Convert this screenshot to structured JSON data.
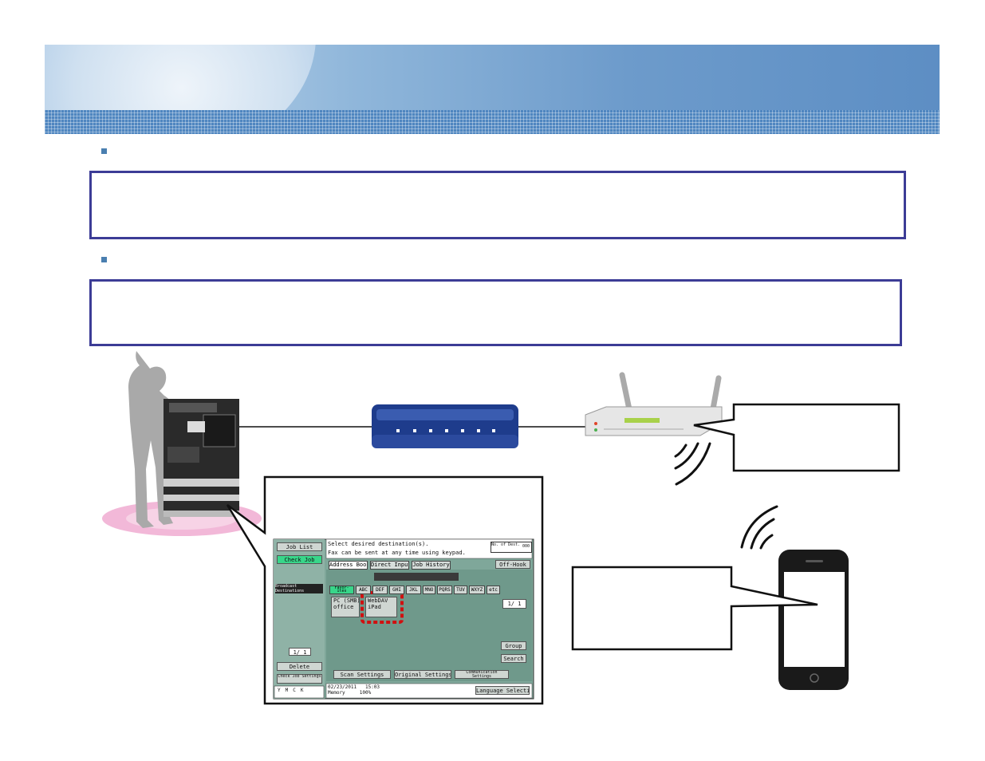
{
  "panel": {
    "job_list": "Job List",
    "check_job": "Check Job",
    "message": "Select desired destination(s).",
    "fax_hint": "Fax can be sent at any time using keypad.",
    "no_of_dest_label": "No. of Dest.",
    "no_of_dest_value": "000",
    "tabs": [
      "Address Book",
      "Direct Input",
      "Job History"
    ],
    "off_hook": "Off-Hook",
    "left_header": "Broadcast Destinations",
    "index_favorite": "Favor- ites",
    "index_letters": [
      "ABC",
      "DEF",
      "GHI",
      "JKL",
      "MNO",
      "PQRS",
      "TUV",
      "WXYZ",
      "etc"
    ],
    "destinations": [
      {
        "line1": "PC (SMB)",
        "line2": "office"
      },
      {
        "line1": "WebDAV",
        "line2": "iPad"
      }
    ],
    "page_left": "1/  1",
    "page_right": "1/  1",
    "group": "Group",
    "search": "Search",
    "delete": "Delete",
    "check_job_settings": "Check Job Settings",
    "scan_settings": "Scan Settings",
    "original_settings": "Original Settings",
    "communication_settings": "Communication Settings",
    "date": "02/23/2011",
    "time": "15:03",
    "memory_label": "Memory",
    "memory_value": "100%",
    "language_selection": "Language Selection",
    "toner": [
      "Y",
      "M",
      "C",
      "K"
    ]
  },
  "colors": {
    "box_border": "#3c3c96",
    "bullet": "#4a7fb0",
    "router_body": "#1e3c8c",
    "panel_bg": "#7fa79a",
    "highlight": "#d01010"
  },
  "icons": [
    "globe-banner",
    "person-silhouette",
    "mfp-printer",
    "network-hub",
    "wireless-router",
    "wifi-waves",
    "smartphone"
  ]
}
